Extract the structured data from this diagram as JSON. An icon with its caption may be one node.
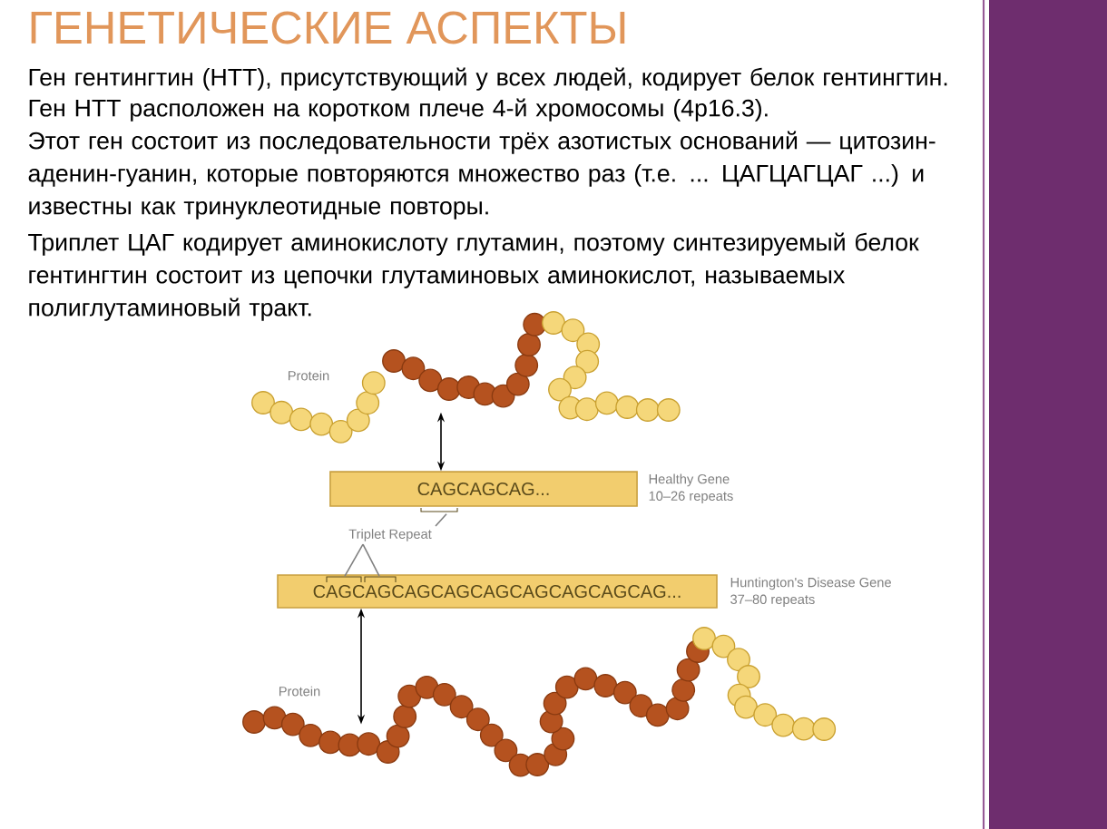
{
  "diagram": {
    "title": "ГЕНЕТИЧЕСКИЕ АСПЕКТЫ",
    "nodes": [
      {
        "text": [
          "Protein"
        ]
      },
      {
        "text": [
          "CAGCAGCAG..."
        ],
        "beside": [
          "Healthy Gene",
          "10–26 repeats"
        ]
      },
      {
        "text": [
          "CAGCAGCAGCAGCAGCAGCAGCAGCAG..."
        ],
        "beside": [
          "Huntington's Disease Gene",
          "37–80 repeats"
        ]
      },
      {
        "text": [
          "Protein"
        ]
      },
      {
        "text": [
          "Triplet Repeat"
        ]
      }
    ],
    "edges": [
      {
        "from": 0,
        "to": 1,
        "arrow": "both",
        "color": "#000000"
      },
      {
        "from": 2,
        "to": 3,
        "arrow": "both",
        "color": "#000000"
      },
      {
        "from": 4,
        "to": 1,
        "arrow": "none",
        "color": "#808080"
      },
      {
        "from": 4,
        "to": 2,
        "arrow": "none",
        "color": "#808080"
      },
      {
        "from": 4,
        "to": 2,
        "arrow": "none",
        "color": "#808080"
      }
    ],
    "labels": [
      "Ген гентингтин (НТТ), присутствующий у всех людей, кодирует белок гентингтин.",
      "Ген НТТ расположен на коротком плече 4-й хромосомы (4р16.3).",
      "Этот ген состоит из последовательности трёх азотистых оснований — цитозин-аденин-гуанин, которые повторяются множество раз (т.е. ... ЦАГЦАГЦАГ ...) и известны как тринуклеотидные повторы.",
      "Триплет ЦАГ кодирует аминокислоту глутамин, поэтому синтезируемый белок гентингтин состоит из цепочки глутаминовых аминокислот, называемых полиглутаминовый тракт."
    ]
  }
}
